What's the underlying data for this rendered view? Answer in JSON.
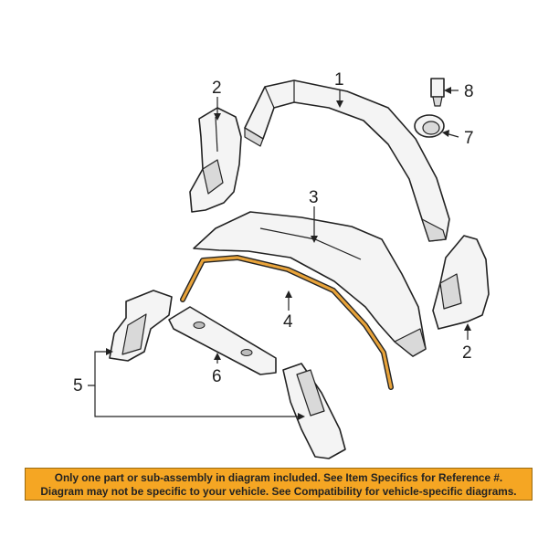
{
  "callouts": {
    "c1": "1",
    "c2a": "2",
    "c2b": "2",
    "c3": "3",
    "c4": "4",
    "c5": "5",
    "c6": "6",
    "c7": "7",
    "c8": "8"
  },
  "disclaimer": {
    "line1": "Only one part or sub-assembly in diagram included. See Item Specifics for Reference #.",
    "line2": "Diagram may not be specific to your vehicle. See Compatibility for vehicle-specific diagrams."
  },
  "colors": {
    "highlight": "#e8a33a",
    "banner": "#f5a623"
  }
}
